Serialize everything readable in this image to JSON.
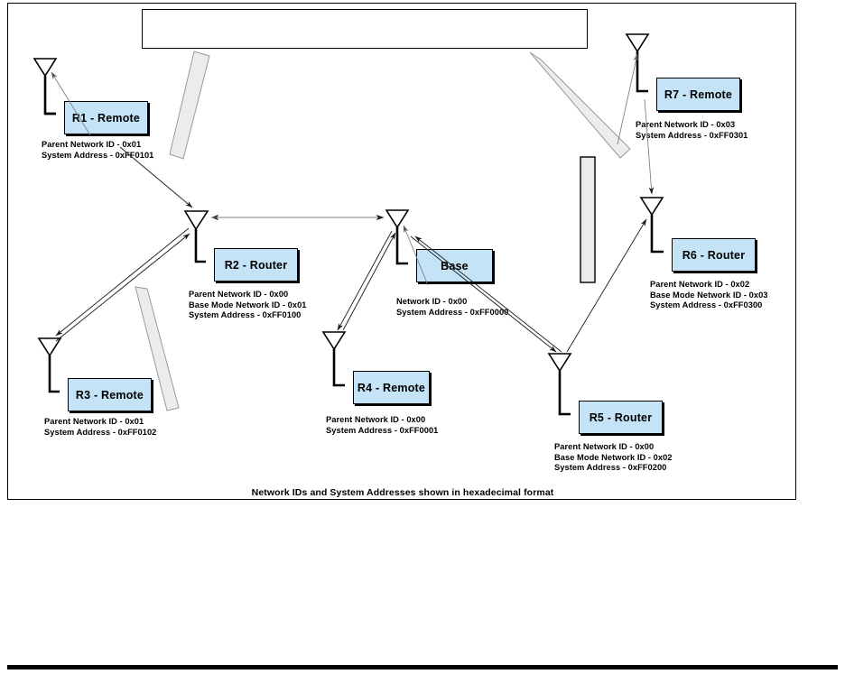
{
  "diagram": {
    "title_caption": "Network IDs and System Addresses shown in hexadecimal format",
    "accent_color": "#c5e3f6",
    "line_color": "#000000",
    "obstacle_fill": "#ececec",
    "nodes": [
      {
        "id": "R1",
        "label": "R1 - Remote",
        "role": "Remote",
        "info": [
          "Parent Network ID - 0x01",
          "System Address - 0xFF0101"
        ]
      },
      {
        "id": "R2",
        "label": "R2 - Router",
        "role": "Router",
        "info": [
          "Parent Network ID - 0x00",
          "Base Mode Network ID - 0x01",
          "System Address - 0xFF0100"
        ]
      },
      {
        "id": "R3",
        "label": "R3 - Remote",
        "role": "Remote",
        "info": [
          "Parent Network ID - 0x01",
          "System Address - 0xFF0102"
        ]
      },
      {
        "id": "BASE",
        "label": "Base",
        "role": "Base",
        "info": [
          "Network ID - 0x00",
          "System Address - 0xFF0000"
        ]
      },
      {
        "id": "R4",
        "label": "R4 - Remote",
        "role": "Remote",
        "info": [
          "Parent Network ID - 0x00",
          "System Address - 0xFF0001"
        ]
      },
      {
        "id": "R5",
        "label": "R5 - Router",
        "role": "Router",
        "info": [
          "Parent Network ID - 0x00",
          "Base Mode Network ID - 0x02",
          "System Address - 0xFF0200"
        ]
      },
      {
        "id": "R6",
        "label": "R6 - Router",
        "role": "Router",
        "info": [
          "Parent Network ID - 0x02",
          "Base Mode Network ID - 0x03",
          "System Address - 0xFF0300"
        ]
      },
      {
        "id": "R7",
        "label": "R7 - Remote",
        "role": "Remote",
        "info": [
          "Parent Network ID - 0x03",
          "System Address - 0xFF0301"
        ]
      }
    ],
    "links": [
      {
        "from": "R2",
        "to": "R1",
        "type": "directed"
      },
      {
        "from": "R1",
        "to": "R2",
        "type": "directed"
      },
      {
        "from": "R2",
        "to": "BASE",
        "type": "bidirectional"
      },
      {
        "from": "R2",
        "to": "R3",
        "type": "directed"
      },
      {
        "from": "R3",
        "to": "R2",
        "type": "directed"
      },
      {
        "from": "BASE",
        "to": "R4",
        "type": "directed"
      },
      {
        "from": "R4",
        "to": "BASE",
        "type": "directed"
      },
      {
        "from": "BASE",
        "to": "R5",
        "type": "directed"
      },
      {
        "from": "R5",
        "to": "BASE",
        "type": "directed"
      },
      {
        "from": "R5",
        "to": "R6",
        "type": "directed"
      },
      {
        "from": "R6",
        "to": "R7",
        "type": "directed"
      },
      {
        "from": "R7",
        "to": "R6",
        "type": "directed"
      }
    ],
    "obstacles": [
      {
        "name": "obstacle-upper-left",
        "style": "gray-outline"
      },
      {
        "name": "obstacle-lower-left",
        "style": "gray-outline"
      },
      {
        "name": "obstacle-upper-right",
        "style": "gray-outline"
      },
      {
        "name": "obstacle-vertical-right",
        "style": "black-outline"
      }
    ],
    "top_panel": {
      "label": ""
    }
  }
}
